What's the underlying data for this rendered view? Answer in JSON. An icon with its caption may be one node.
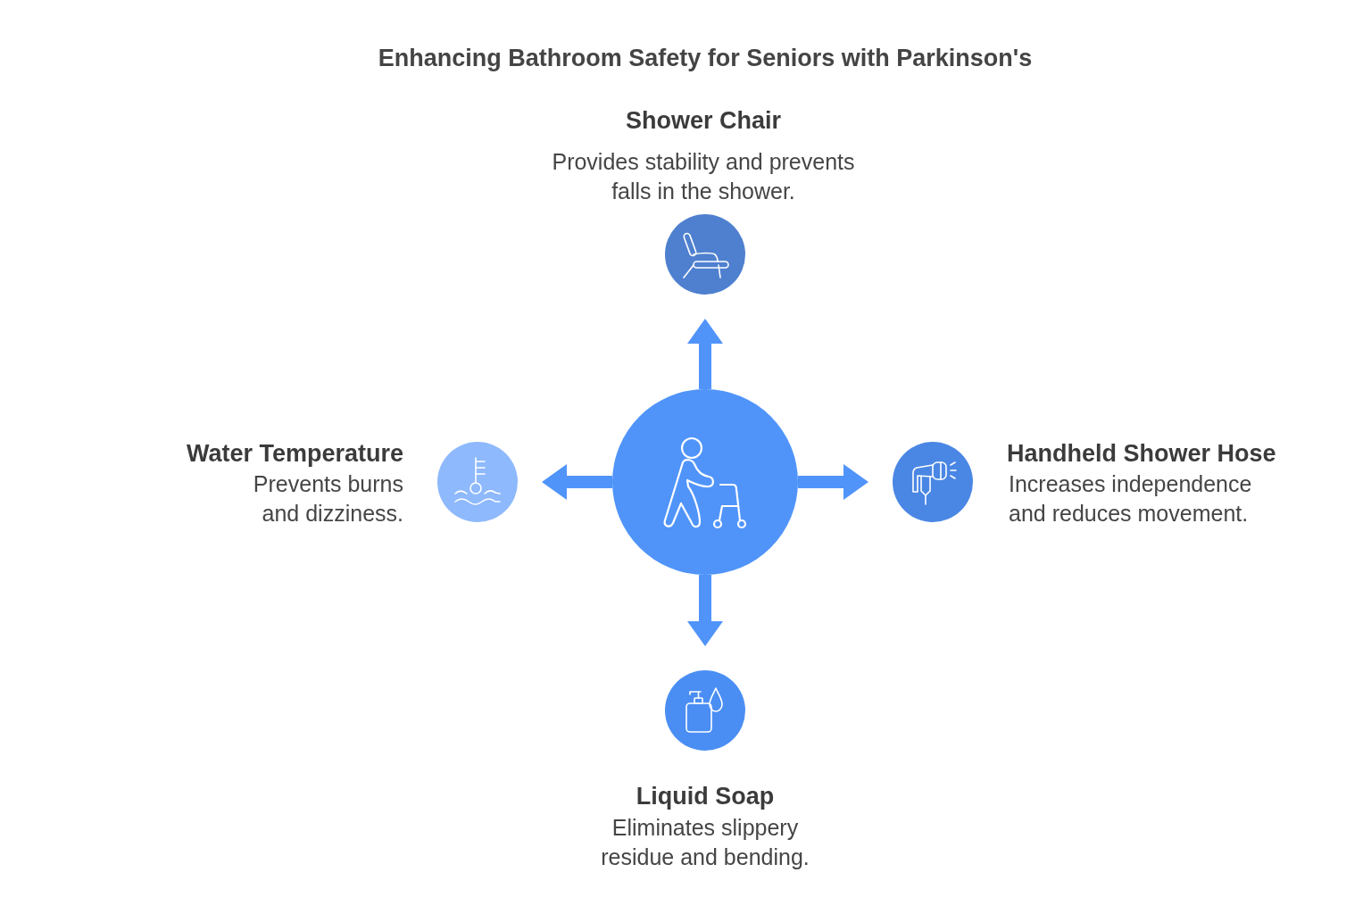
{
  "diagram": {
    "title": "Enhancing Bathroom Safety for Seniors with Parkinson's",
    "nodes": [
      {
        "text": [],
        "shape": "circle",
        "beside": [
          "Shower Chair",
          "Provides stability and prevents falls in the shower."
        ]
      },
      {
        "text": [],
        "shape": "circle",
        "beside": [
          "Water Temperature",
          "Prevents burns and dizziness."
        ]
      },
      {
        "text": [],
        "shape": "circle"
      },
      {
        "text": [],
        "shape": "circle",
        "beside": [
          "Handheld Shower Hose",
          "Increases independence and reduces movement."
        ]
      },
      {
        "text": [],
        "shape": "circle",
        "beside": [
          "Liquid Soap",
          "Eliminates slippery residue and bending."
        ]
      }
    ],
    "edges": [
      {
        "from": 2,
        "to": 0,
        "arrow": "to"
      },
      {
        "from": 2,
        "to": 1,
        "arrow": "to"
      },
      {
        "from": 2,
        "to": 3,
        "arrow": "to"
      },
      {
        "from": 2,
        "to": 4,
        "arrow": "to"
      }
    ]
  }
}
